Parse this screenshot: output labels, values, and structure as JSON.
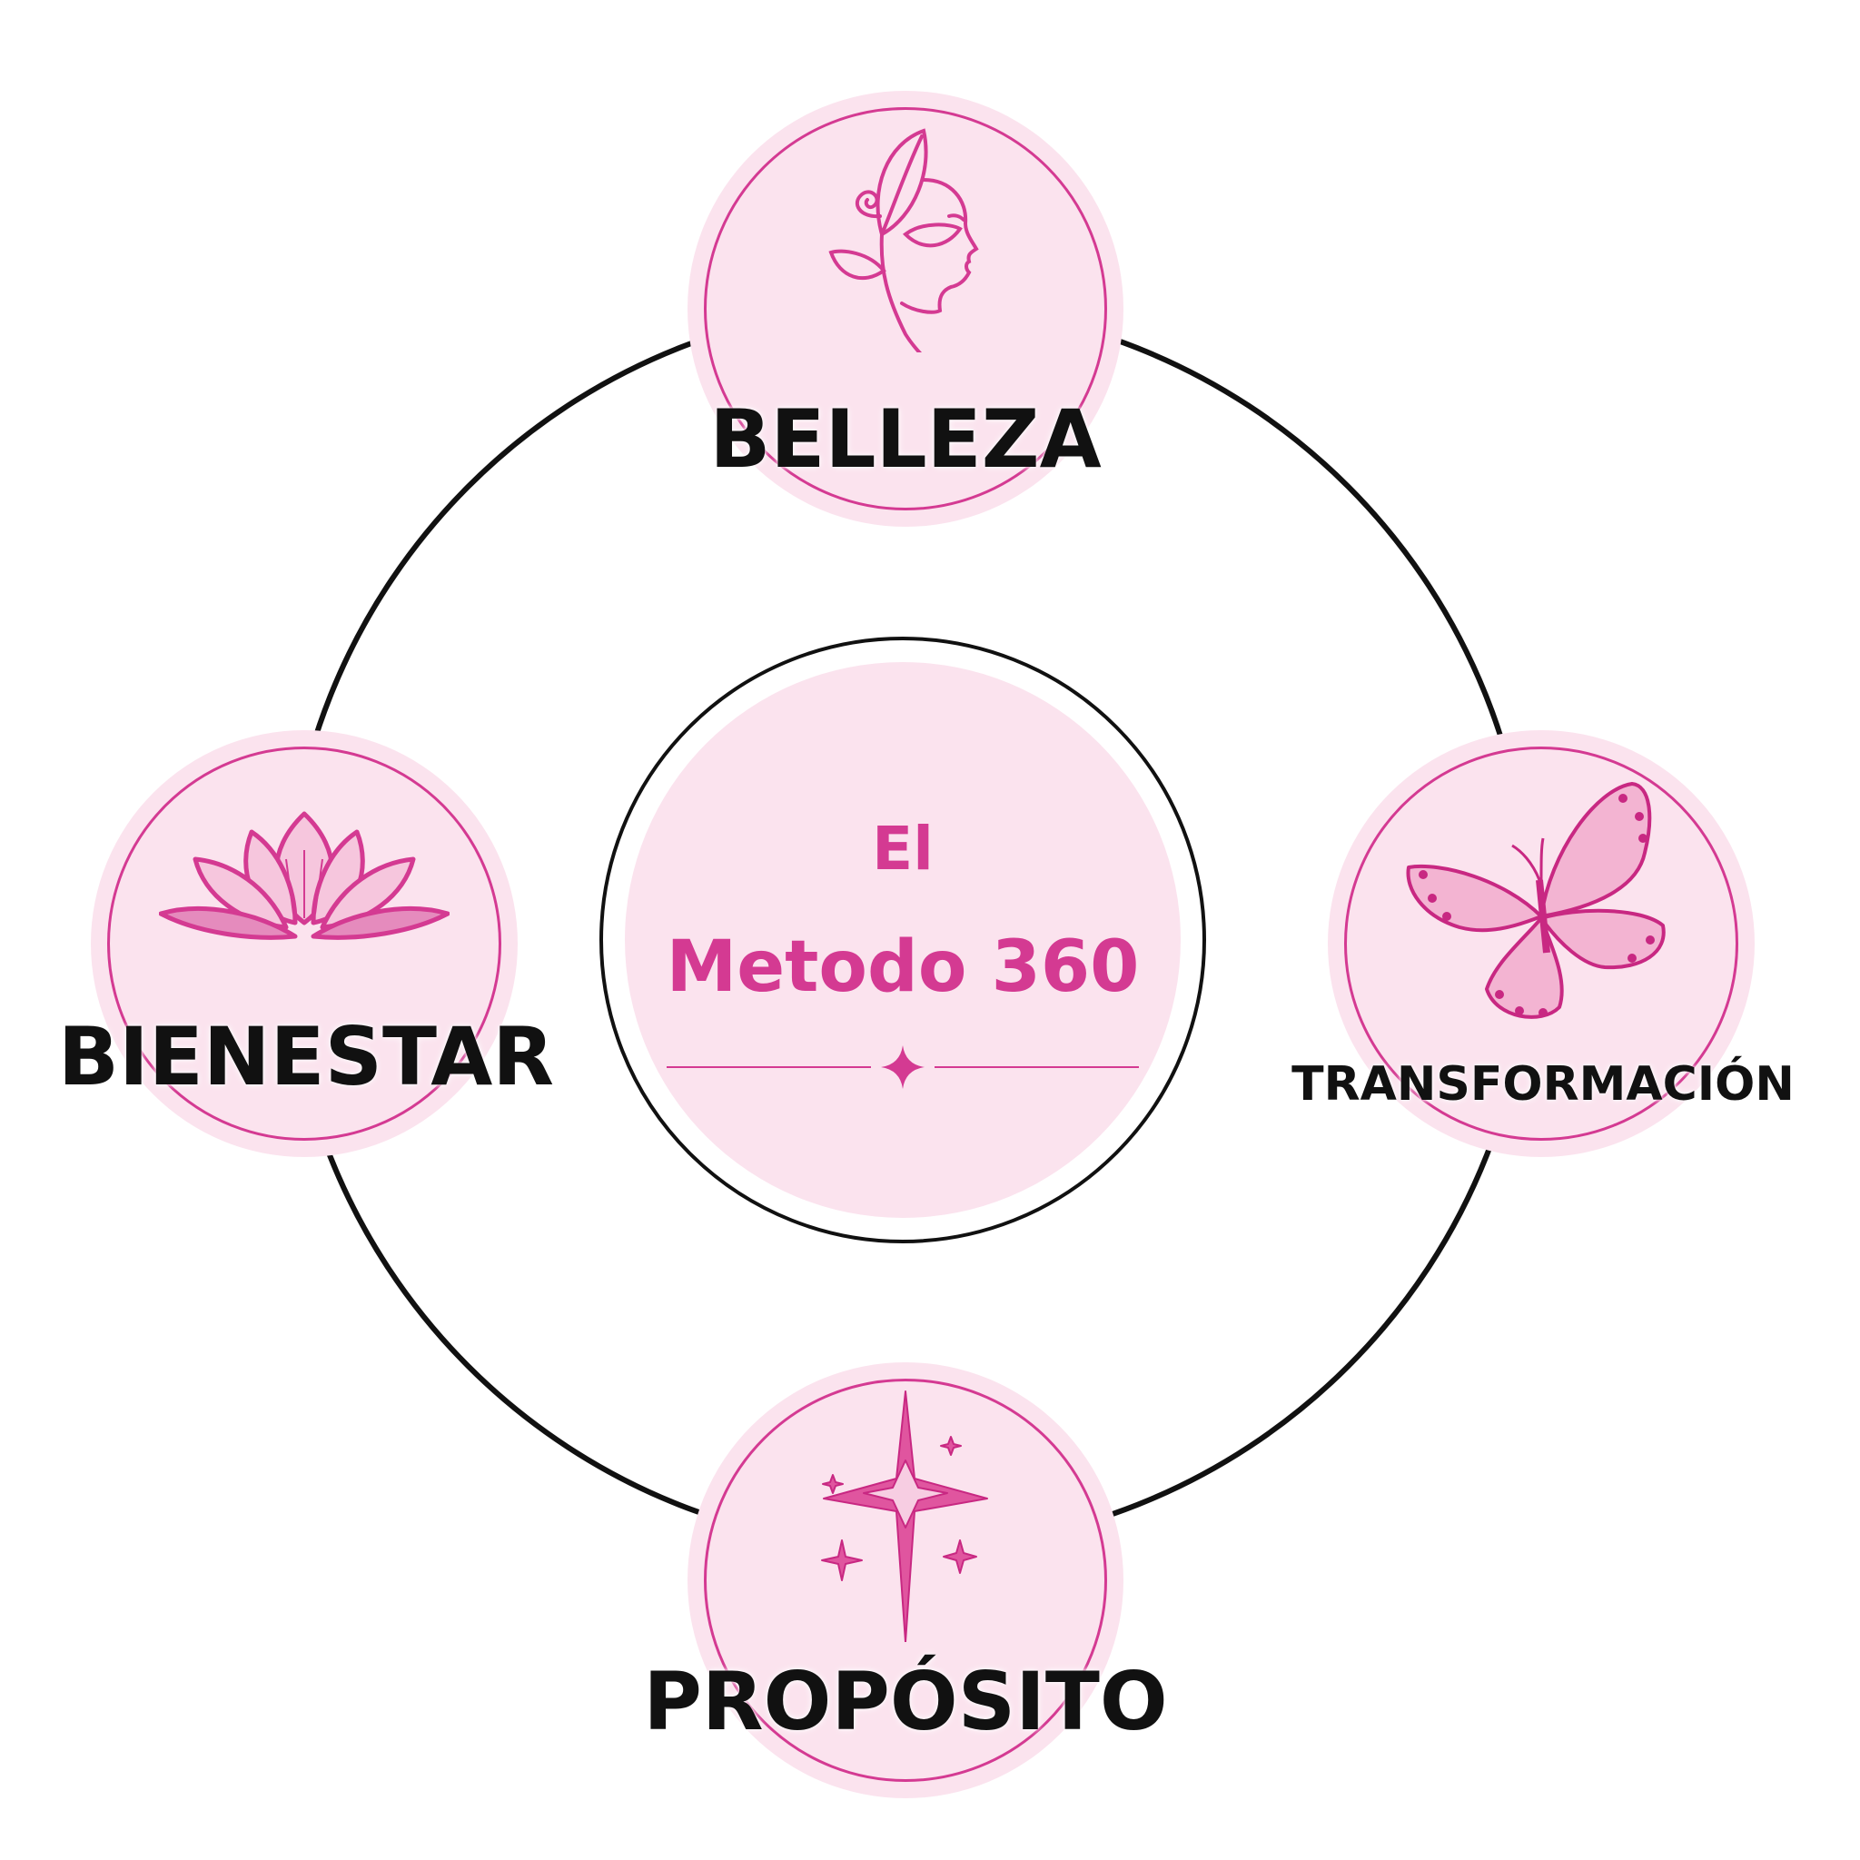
{
  "center": {
    "line1": "El",
    "line2": "Metodo 360",
    "divider_icon": "sparkle-icon"
  },
  "nodes": {
    "top": {
      "label": "BELLEZA",
      "icon": "woman-leaf-face-icon"
    },
    "left": {
      "label": "BIENESTAR",
      "icon": "lotus-icon"
    },
    "right": {
      "label": "TRANSFORMACIÓN",
      "icon": "butterfly-icon"
    },
    "bottom": {
      "label": "PROPÓSITO",
      "icon": "stars-icon"
    }
  },
  "colors": {
    "accent": "#d43a92",
    "node_fill": "#fbe3ee",
    "label": "#111111",
    "orbit": "#111111"
  }
}
